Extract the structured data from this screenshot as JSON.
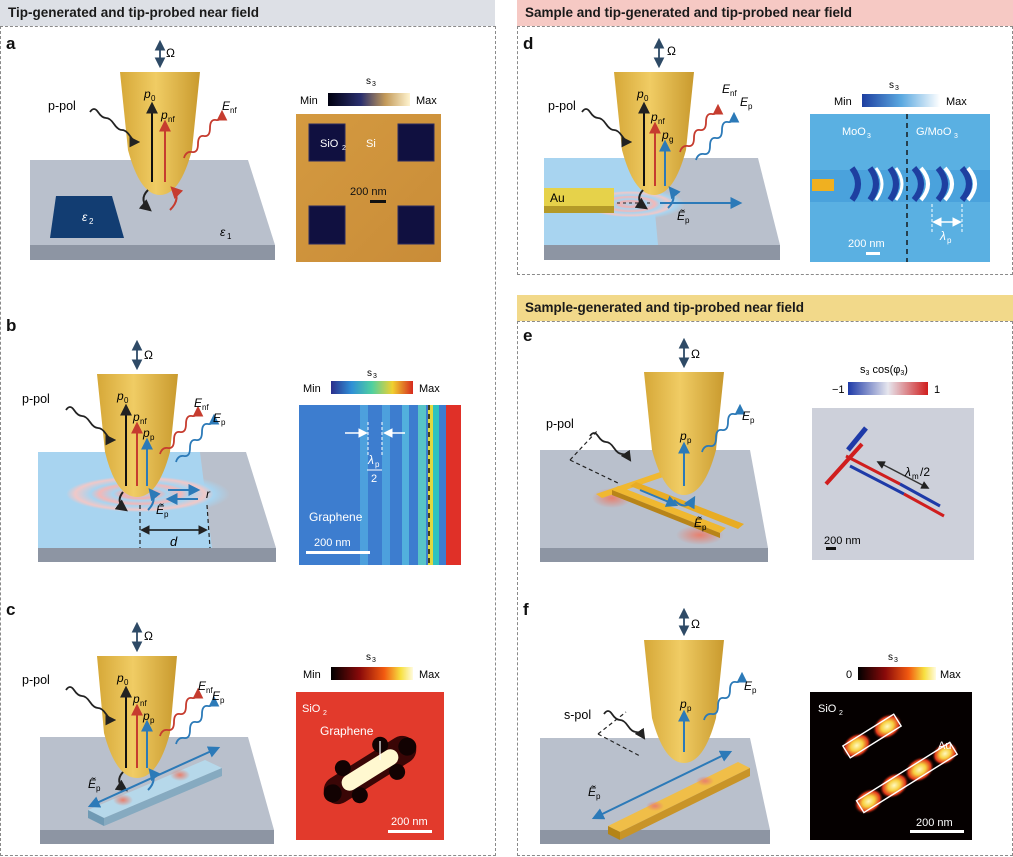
{
  "headers": {
    "left": "Tip-generated and tip-probed near field",
    "right_top": "Sample and tip-generated and tip-probed near field",
    "right_bottom": "Sample-generated and tip-probed near field"
  },
  "colors": {
    "header_left_bg": "#dde0e6",
    "header_right_top_bg": "#f6c9c4",
    "header_right_bottom_bg": "#f2d98a",
    "tip": "#e6bd4a",
    "substrate": "#b9c0cc",
    "arrow_red": "#c63c2f",
    "arrow_blue": "#2c7ab8"
  },
  "icons": {
    "omega_arrow": "double-vertical-arrow-icon",
    "wavy_arrow": "wavy-arrow-icon"
  },
  "common": {
    "omega": "Ω",
    "ppol": "p-pol",
    "spol": "s-pol",
    "p0": "p",
    "p0_sub": "0",
    "pnf": "p",
    "pnf_sub": "nf",
    "pp": "p",
    "pp_sub": "p",
    "enf": "E",
    "enf_sub": "nf",
    "ep": "E",
    "ep_sub": "p",
    "etilde": "Ẽ",
    "min": "Min",
    "max": "Max",
    "s3": "s",
    "s3_sub": "3"
  },
  "panels": {
    "a": {
      "label": "a",
      "eps2": "ε",
      "eps2_sub": "2",
      "eps1": "ε",
      "eps1_sub": "1",
      "img_sio2": "SiO",
      "img_sio2_sub": "2",
      "img_si": "Si",
      "scale": "200 nm"
    },
    "b": {
      "label": "b",
      "r": "r",
      "d": "d",
      "lambda": "λ",
      "lambda_sub": "p",
      "lambda_den": "2",
      "graphene": "Graphene",
      "scale": "200 nm"
    },
    "c": {
      "label": "c",
      "img_sio2": "SiO",
      "img_sio2_sub": "2",
      "graphene": "Graphene",
      "scale": "200 nm"
    },
    "d": {
      "label": "d",
      "au": "Au",
      "moo3": "MoO",
      "moo3_sub": "3",
      "gmoo3": "G/MoO",
      "gmoo3_sub": "3",
      "lambda": "λ",
      "lambda_sub": "p",
      "scale": "200 nm",
      "pg": "p",
      "pg_sub": "g"
    },
    "e": {
      "label": "e",
      "cbar_title": "s",
      "cbar_title_sub": "3",
      "cbar_title_rest": " cos(φ",
      "cbar_title_sub2": "3",
      "cbar_title_end": ")",
      "cbar_min": "−1",
      "cbar_max": "1",
      "lambda": "λ",
      "lambda_sub": "m",
      "lambda_rest": "/2",
      "scale": "200 nm"
    },
    "f": {
      "label": "f",
      "cbar_min": "0",
      "img_sio2": "SiO",
      "img_sio2_sub": "2",
      "au": "Au",
      "scale": "200 nm"
    }
  }
}
